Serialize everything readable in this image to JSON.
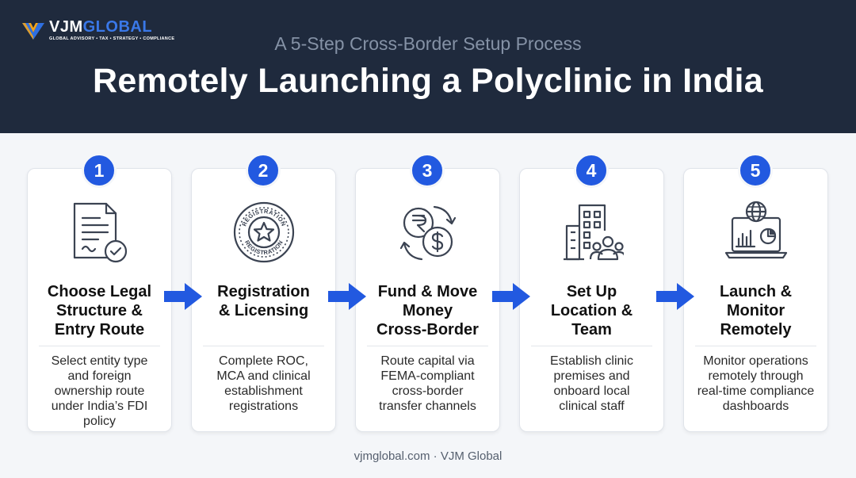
{
  "brand": {
    "name_part1": "VJM",
    "name_part2": "GLOBAL",
    "tagline": "GLOBAL ADVISORY • TAX • STRATEGY • COMPLIANCE"
  },
  "header": {
    "subtitle": "A 5-Step Cross-Border Setup Process",
    "title": "Remotely Launching a Polyclinic in India"
  },
  "steps": [
    {
      "number": "1",
      "icon": "document-check-icon",
      "title_lines": [
        "Choose Legal",
        "Structure &",
        "Entry Route"
      ],
      "desc_lines": [
        "Select entity type",
        "and foreign",
        "ownership route",
        "under India’s FDI",
        "policy"
      ]
    },
    {
      "number": "2",
      "icon": "registration-seal-icon",
      "title_lines": [
        "Registration",
        "& Licensing"
      ],
      "desc_lines": [
        "Complete ROC,",
        "MCA and clinical",
        "establishment",
        "registrations"
      ],
      "seal_text_top": "REGISTRATION",
      "seal_text_bottom": "REGISTRATION"
    },
    {
      "number": "3",
      "icon": "currency-exchange-icon",
      "title_lines": [
        "Fund & Move",
        "Money",
        "Cross-Border"
      ],
      "desc_lines": [
        "Route capital via",
        "FEMA-compliant",
        "cross-border",
        "transfer channels"
      ]
    },
    {
      "number": "4",
      "icon": "building-team-icon",
      "title_lines": [
        "Set Up",
        "Location &",
        "Team"
      ],
      "desc_lines": [
        "Establish clinic",
        "premises and",
        "onboard local",
        "clinical staff"
      ]
    },
    {
      "number": "5",
      "icon": "laptop-dashboard-icon",
      "title_lines": [
        "Launch &",
        "Monitor",
        "Remotely"
      ],
      "desc_lines": [
        "Monitor operations",
        "remotely through",
        "real-time compliance",
        "dashboards"
      ]
    }
  ],
  "footer": {
    "text": "vjmglobal.com · VJM Global"
  },
  "colors": {
    "header_bg": "#1f2a3d",
    "accent": "#2259e0",
    "page_bg": "#f4f6f9"
  }
}
